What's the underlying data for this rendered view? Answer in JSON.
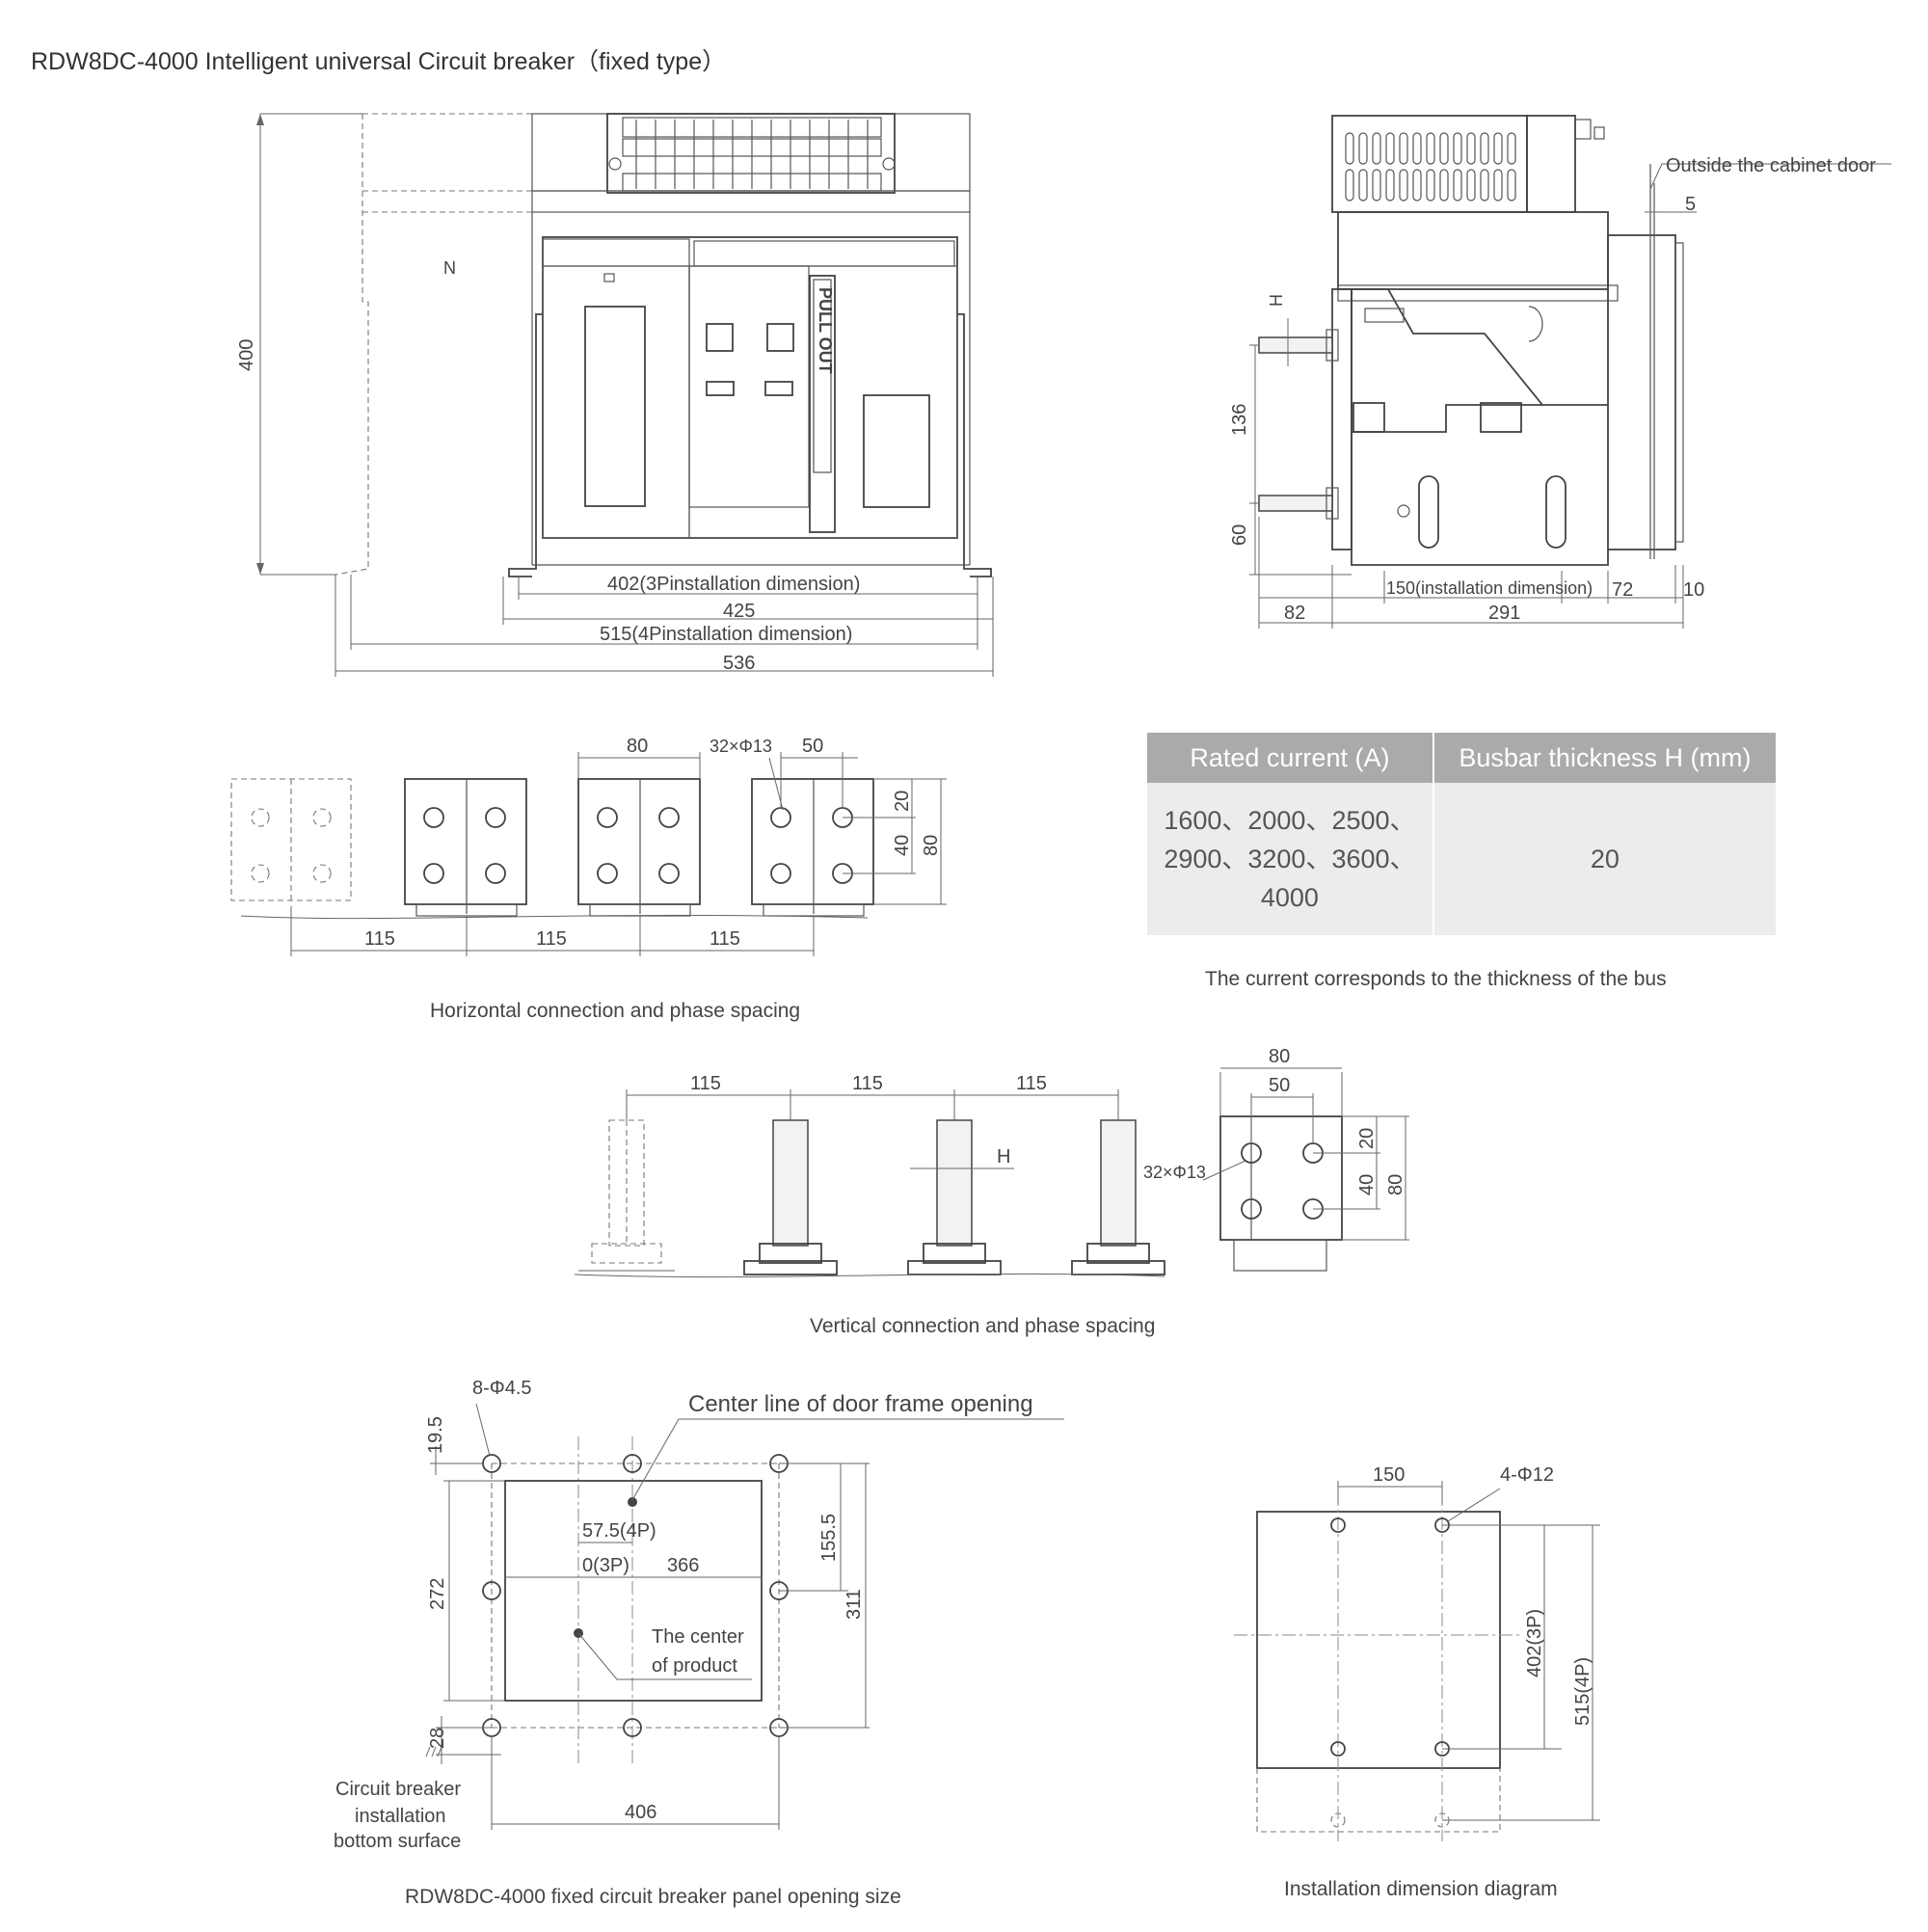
{
  "title": "RDW8DC-4000 Intelligent universal Circuit breaker（fixed type）",
  "front_view": {
    "height_dim": "400",
    "neutral_label": "N",
    "pull_out_label": "PULL OUT",
    "dim_3p_install": "402(3Pinstallation dimension)",
    "dim_425": "425",
    "dim_4p_install": "515(4Pinstallation dimension)",
    "dim_536": "536"
  },
  "side_view": {
    "outside_door_label": "Outside the cabinet door",
    "dim_5": "5",
    "h_label": "H",
    "dim_136": "136",
    "dim_60": "60",
    "dim_150_install": "150(installation dimension)",
    "dim_72": "72",
    "dim_10": "10",
    "dim_82": "82",
    "dim_291": "291"
  },
  "horizontal_connection": {
    "dim_80": "80",
    "holes_label": "32×Φ13",
    "dim_50": "50",
    "dim_20": "20",
    "dim_40": "40",
    "dim_80_v": "80",
    "spacing_1": "115",
    "spacing_2": "115",
    "spacing_3": "115",
    "caption": "Horizontal connection and phase spacing"
  },
  "busbar_table": {
    "col_current": "Rated current (A)",
    "col_thickness": "Busbar thickness H (mm)",
    "current_line1": "1600、2000、2500、",
    "current_line2": "2900、3200、3600、",
    "current_line3": "4000",
    "thickness_value": "20",
    "caption": "The current corresponds to the thickness of the bus"
  },
  "vertical_connection": {
    "spacing_1": "115",
    "spacing_2": "115",
    "spacing_3": "115",
    "h_label": "H",
    "dim_80": "80",
    "dim_50": "50",
    "holes_label": "32×Φ13",
    "dim_20": "20",
    "dim_40": "40",
    "dim_80_v": "80",
    "caption": "Vertical connection and phase spacing"
  },
  "panel_opening": {
    "holes_label": "8-Φ4.5",
    "center_line_label": "Center line of door frame opening",
    "dim_19_5": "19.5",
    "dim_57_5": "57.5(4P)",
    "dim_0": "0(3P)",
    "dim_366": "366",
    "dim_155_5": "155.5",
    "dim_311": "311",
    "dim_272": "272",
    "center_of_product_1": "The center",
    "center_of_product_2": "of product",
    "dim_28": "28",
    "bottom_surface_1": "Circuit breaker",
    "bottom_surface_2": "installation",
    "bottom_surface_3": "bottom surface",
    "dim_406": "406",
    "caption": "RDW8DC-4000 fixed circuit breaker panel opening size"
  },
  "installation_diagram": {
    "dim_150": "150",
    "holes_label": "4-Φ12",
    "dim_402_3p": "402(3P)",
    "dim_515_4p": "515(4P)",
    "caption": "Installation dimension diagram"
  }
}
